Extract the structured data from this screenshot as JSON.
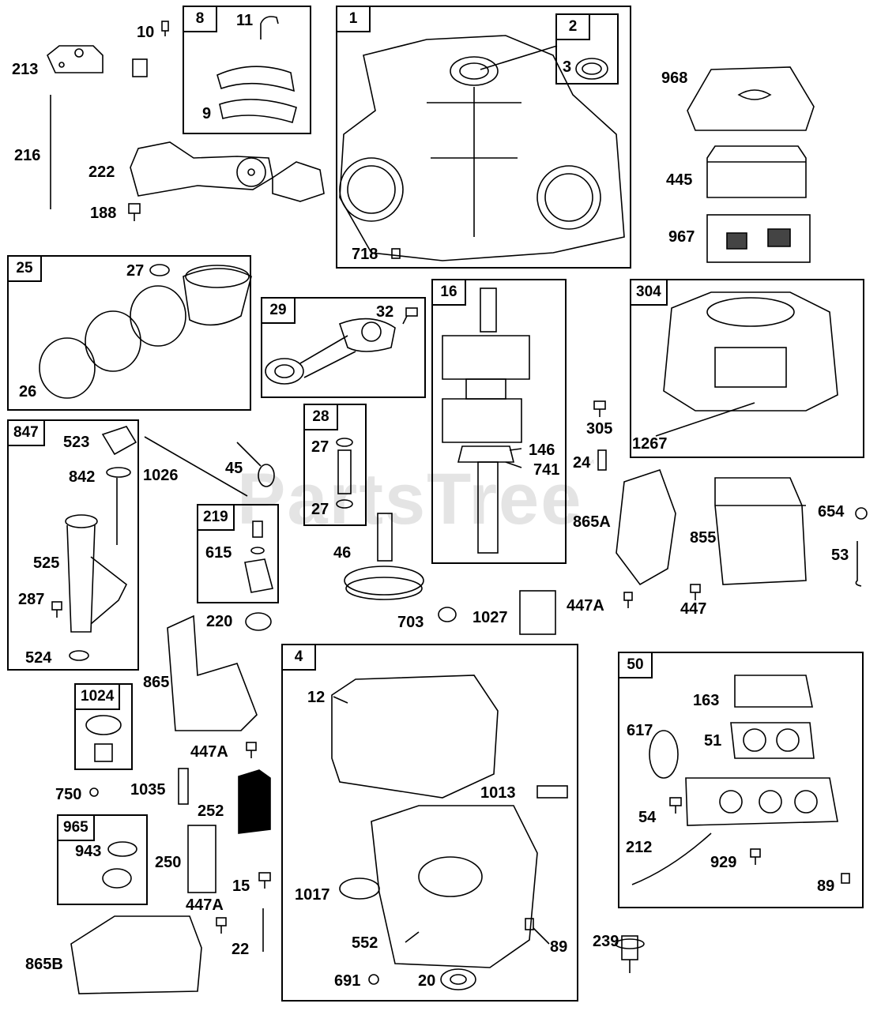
{
  "watermark": "PartsTree",
  "watermark_mark": "™",
  "groups": [
    {
      "id": "g8",
      "tag": "8"
    },
    {
      "id": "g1",
      "tag": "1"
    },
    {
      "id": "g2",
      "tag": "2"
    },
    {
      "id": "g25",
      "tag": "25"
    },
    {
      "id": "g29",
      "tag": "29"
    },
    {
      "id": "g16",
      "tag": "16"
    },
    {
      "id": "g304",
      "tag": "304"
    },
    {
      "id": "g28",
      "tag": "28"
    },
    {
      "id": "g847",
      "tag": "847"
    },
    {
      "id": "g219",
      "tag": "219"
    },
    {
      "id": "g4",
      "tag": "4"
    },
    {
      "id": "g50",
      "tag": "50"
    },
    {
      "id": "g1024",
      "tag": "1024"
    },
    {
      "id": "g965",
      "tag": "965"
    }
  ],
  "parts": [
    "10",
    "11",
    "213",
    "216",
    "222",
    "188",
    "9",
    "3",
    "718",
    "968",
    "445",
    "967",
    "27",
    "26",
    "32",
    "146",
    "741",
    "305",
    "24",
    "1267",
    "523",
    "842",
    "1026",
    "45",
    "525",
    "287",
    "524",
    "615",
    "27",
    "27",
    "46",
    "865A",
    "654",
    "855",
    "53",
    "220",
    "703",
    "1027",
    "447A",
    "447",
    "865",
    "447A",
    "12",
    "163",
    "617",
    "51",
    "1013",
    "54",
    "212",
    "929",
    "89",
    "750",
    "1035",
    "252",
    "943",
    "250",
    "15",
    "447A",
    "1017",
    "89",
    "239",
    "22",
    "552",
    "865B",
    "691",
    "20"
  ]
}
